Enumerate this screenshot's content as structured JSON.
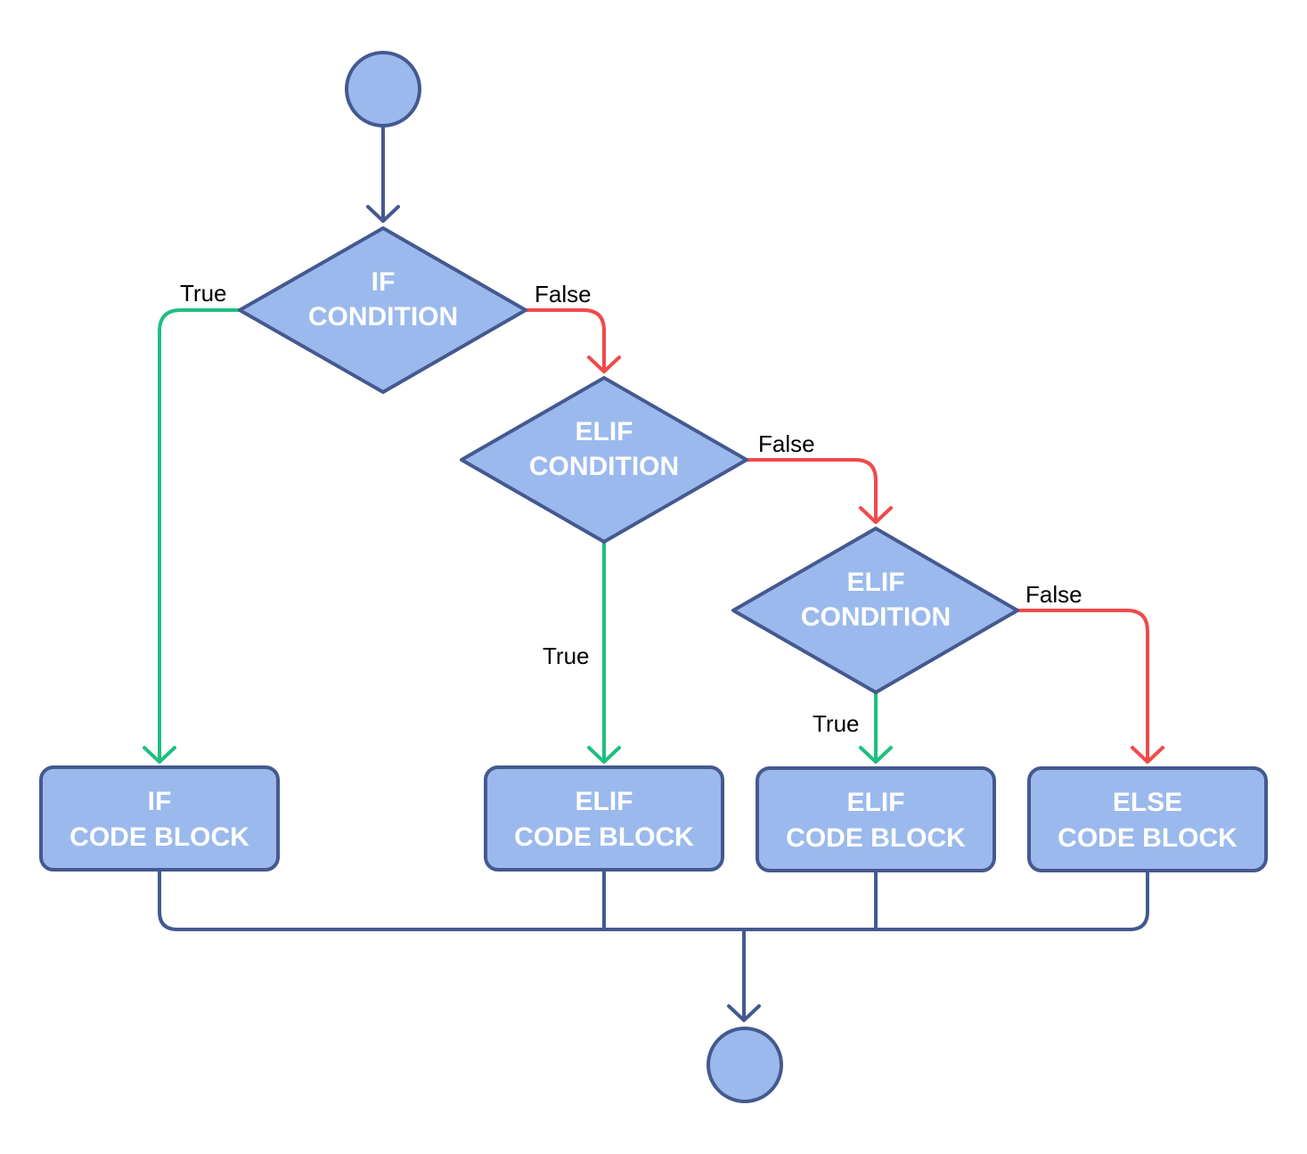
{
  "colors": {
    "node_fill": "#9bb9ec",
    "node_stroke": "#44598f",
    "flow_line": "#44598f",
    "true_branch": "#1fbf80",
    "false_branch": "#f04a4a",
    "text_on_node": "#ffffff",
    "label_text": "#000000"
  },
  "nodes": {
    "start": {
      "shape": "circle"
    },
    "if_condition": {
      "shape": "diamond",
      "line1": "IF",
      "line2": "CONDITION"
    },
    "elif_condition_1": {
      "shape": "diamond",
      "line1": "ELIF",
      "line2": "CONDITION"
    },
    "elif_condition_2": {
      "shape": "diamond",
      "line1": "ELIF",
      "line2": "CONDITION"
    },
    "if_block": {
      "shape": "rounded-rect",
      "line1": "IF",
      "line2": "CODE BLOCK"
    },
    "elif_block_1": {
      "shape": "rounded-rect",
      "line1": "ELIF",
      "line2": "CODE BLOCK"
    },
    "elif_block_2": {
      "shape": "rounded-rect",
      "line1": "ELIF",
      "line2": "CODE BLOCK"
    },
    "else_block": {
      "shape": "rounded-rect",
      "line1": "ELSE",
      "line2": "CODE BLOCK"
    },
    "end": {
      "shape": "circle"
    }
  },
  "edges": [
    {
      "from": "start",
      "to": "if_condition",
      "label": ""
    },
    {
      "from": "if_condition",
      "to": "if_block",
      "label": "True"
    },
    {
      "from": "if_condition",
      "to": "elif_condition_1",
      "label": "False"
    },
    {
      "from": "elif_condition_1",
      "to": "elif_block_1",
      "label": "True"
    },
    {
      "from": "elif_condition_1",
      "to": "elif_condition_2",
      "label": "False"
    },
    {
      "from": "elif_condition_2",
      "to": "elif_block_2",
      "label": "True"
    },
    {
      "from": "elif_condition_2",
      "to": "else_block",
      "label": "False"
    },
    {
      "from": "if_block",
      "to": "end",
      "label": ""
    },
    {
      "from": "elif_block_1",
      "to": "end",
      "label": ""
    },
    {
      "from": "elif_block_2",
      "to": "end",
      "label": ""
    },
    {
      "from": "else_block",
      "to": "end",
      "label": ""
    }
  ]
}
